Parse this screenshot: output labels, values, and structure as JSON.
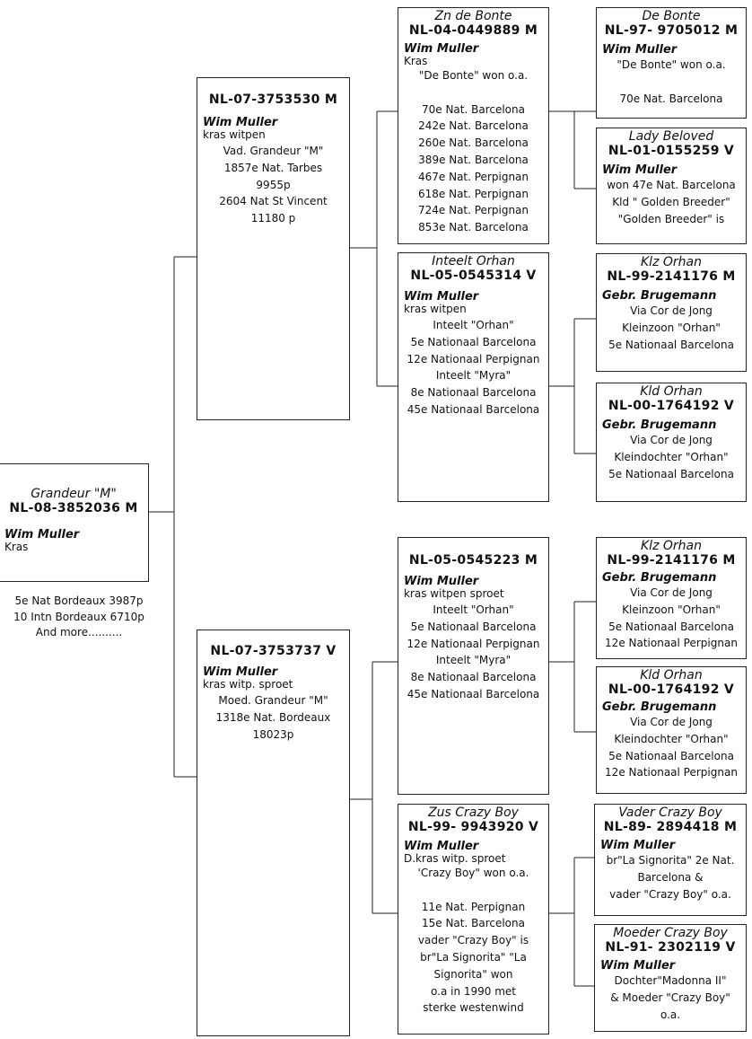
{
  "root": {
    "name": "Grandeur \"M\"",
    "ring": "NL-08-3852036 M",
    "owner": "Wim Muller",
    "color": "Kras",
    "notes": [
      "5e Nat Bordeaux 3987p",
      "10 Intn Bordeaux 6710p",
      "And more.........."
    ]
  },
  "sire": {
    "name": "",
    "ring": "NL-07-3753530 M",
    "owner": "Wim Muller",
    "color": "kras witpen",
    "lines": [
      "Vad. Grandeur \"M\"",
      "1857e Nat. Tarbes",
      "9955p",
      "2604 Nat St Vincent",
      "11180 p"
    ]
  },
  "dam": {
    "name": "",
    "ring": "NL-07-3753737 V",
    "owner": "Wim Muller",
    "color": "kras witp. sproet",
    "lines": [
      "Moed. Grandeur \"M\"",
      "1318e Nat. Bordeaux",
      "18023p"
    ]
  },
  "ss": {
    "name": "Zn de Bonte",
    "ring": "NL-04-0449889 M",
    "owner": "Wim Muller",
    "color": "Kras",
    "lines": [
      "\"De Bonte\" won o.a.",
      "",
      "70e  Nat. Barcelona",
      "242e Nat. Barcelona",
      "260e Nat. Barcelona",
      "389e Nat. Barcelona",
      "467e Nat. Perpignan",
      "618e Nat. Perpignan",
      "724e Nat. Perpignan",
      "853e  Nat. Barcelona"
    ]
  },
  "sd": {
    "name": "Inteelt Orhan",
    "ring": "NL-05-0545314 V",
    "owner": "Wim Muller",
    "color": "kras witpen",
    "lines": [
      "Inteelt \"Orhan\"",
      "5e Nationaal Barcelona",
      "12e Nationaal Perpignan",
      "Inteelt \"Myra\"",
      "8e Nationaal Barcelona",
      "45e Nationaal Barcelona"
    ]
  },
  "ds": {
    "name": "",
    "ring": "NL-05-0545223 M",
    "owner": "Wim Muller",
    "color": "kras witpen sproet",
    "lines": [
      "Inteelt \"Orhan\"",
      "5e Nationaal Barcelona",
      "12e Nationaal Perpignan",
      "Inteelt \"Myra\"",
      "8e Nationaal Barcelona",
      "45e Nationaal Barcelona"
    ]
  },
  "dd": {
    "name": "Zus Crazy Boy",
    "ring": "NL-99- 9943920 V",
    "owner": "Wim Muller",
    "color": "D.kras witp. sproet",
    "lines": [
      "'Crazy Boy\" won o.a.",
      "",
      "11e  Nat. Perpignan",
      "15e  Nat. Barcelona",
      "vader \"Crazy Boy\" is",
      "br\"La Signorita\" \"La",
      "Signorita\" won",
      "o.a in 1990 met",
      "sterke westenwind"
    ]
  },
  "sss": {
    "name": "De Bonte",
    "ring": "NL-97- 9705012 M",
    "owner": "Wim Muller",
    "lines": [
      "\"De Bonte\" won o.a.",
      "",
      "70e  Nat. Barcelona"
    ]
  },
  "ssd": {
    "name": "Lady Beloved",
    "ring": "NL-01-0155259 V",
    "owner": "Wim Muller",
    "lines": [
      "won 47e Nat. Barcelona",
      "Kld \" Golden Breeder\"",
      "\"Golden Breeder\" is"
    ]
  },
  "sds": {
    "name": "Klz Orhan",
    "ring": "NL-99-2141176 M",
    "owner": "Gebr.  Brugemann",
    "lines": [
      "Via Cor de Jong",
      "Kleinzoon \"Orhan\"",
      "5e Nationaal Barcelona"
    ]
  },
  "sdd": {
    "name": "Kld Orhan",
    "ring": "NL-00-1764192 V",
    "owner": "Gebr.  Brugemann",
    "lines": [
      "Via Cor de Jong",
      "Kleindochter \"Orhan\"",
      "5e Nationaal Barcelona"
    ]
  },
  "dss": {
    "name": "Klz Orhan",
    "ring": "NL-99-2141176 M",
    "owner": "Gebr.  Brugemann",
    "lines": [
      "Via Cor de Jong",
      "Kleinzoon \"Orhan\"",
      "5e Nationaal Barcelona",
      "12e Nationaal Perpignan"
    ]
  },
  "dsd": {
    "name": "Kld Orhan",
    "ring": "NL-00-1764192 V",
    "owner": "Gebr.  Brugemann",
    "lines": [
      "Via Cor de Jong",
      "Kleindochter \"Orhan\"",
      "5e Nationaal Barcelona",
      "12e Nationaal Perpignan"
    ]
  },
  "dds": {
    "name": "Vader Crazy Boy",
    "ring": "NL-89- 2894418 M",
    "owner": "Wim Muller",
    "lines": [
      "br\"La Signorita\" 2e Nat.",
      "Barcelona &",
      "vader \"Crazy Boy\"    o.a."
    ]
  },
  "ddd": {
    "name": "Moeder Crazy Boy",
    "ring": "NL-91- 2302119 V",
    "owner": "Wim Muller",
    "lines": [
      "Dochter\"Madonna II\"",
      "& Moeder \"Crazy Boy\"",
      "o.a."
    ]
  }
}
